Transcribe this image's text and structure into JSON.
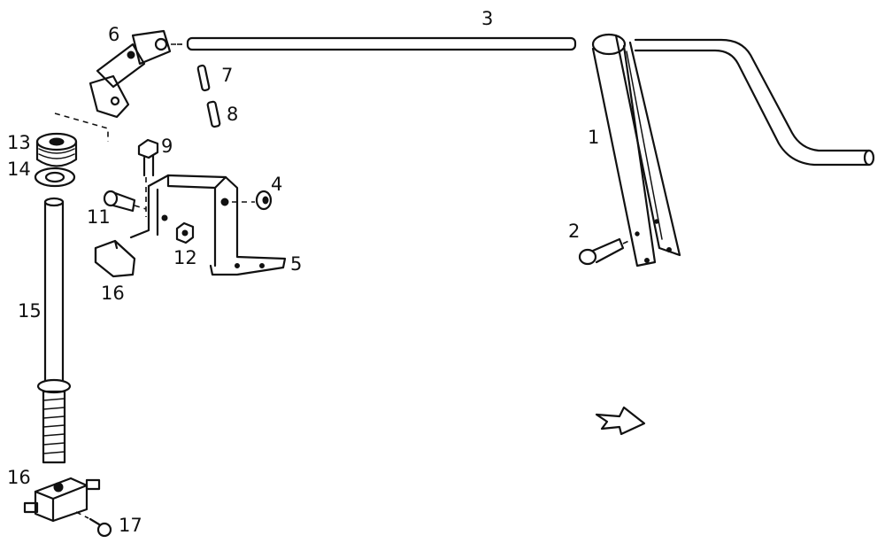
{
  "callouts": {
    "c1": "1",
    "c2": "2",
    "c3": "3",
    "c4": "4",
    "c5": "5",
    "c6": "6",
    "c7": "7",
    "c8": "8",
    "c9": "9",
    "c11": "11",
    "c12": "12",
    "c13": "13",
    "c14": "14",
    "c15": "15",
    "c16a": "16",
    "c16b": "16",
    "c17": "17"
  },
  "colors": {
    "ink": "#111111",
    "paper": "#ffffff"
  }
}
